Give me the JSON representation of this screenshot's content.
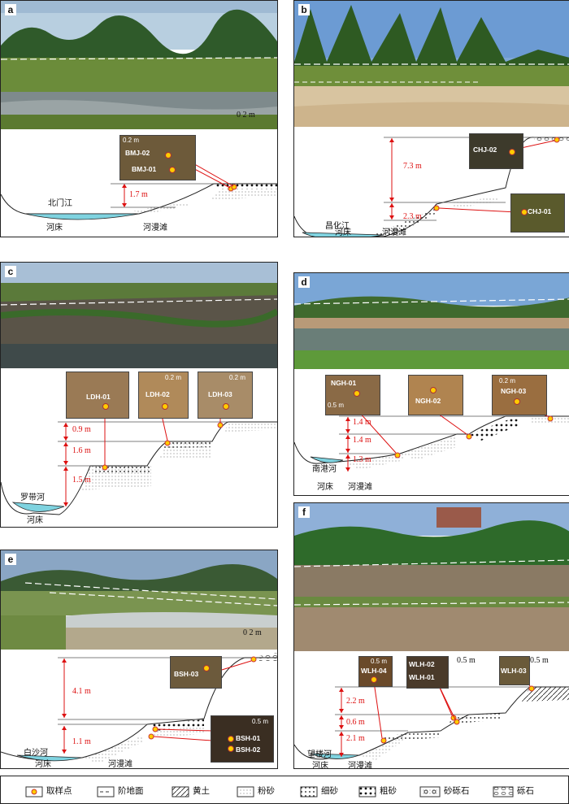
{
  "panels": {
    "a": {
      "letter": "a",
      "scale": "0  2 m",
      "river": "北门江",
      "bed": "河床",
      "floodplain": "河漫滩",
      "h1": "1.7 m",
      "s1": "BMJ-01",
      "s2": "BMJ-02",
      "inset_scale": "0.2 m"
    },
    "b": {
      "letter": "b",
      "river": "昌化江",
      "bed": "河床",
      "floodplain": "河漫滩",
      "h1": "7.3 m",
      "h2": "2.3 m",
      "s1": "CHJ-01",
      "s2": "CHJ-02"
    },
    "c": {
      "letter": "c",
      "river": "罗带河",
      "bed": "河床",
      "h1": "0.9 m",
      "h2": "1.6 m",
      "h3": "1.5 m",
      "s1": "LDH-01",
      "s2": "LDH-02",
      "s3": "LDH-03",
      "sc2": "0.2 m",
      "sc3": "0.2 m"
    },
    "d": {
      "letter": "d",
      "river": "南港河",
      "bed": "河床",
      "floodplain": "河漫滩",
      "h1": "1.4 m",
      "h2": "1.4 m",
      "h3": "1.3 m",
      "s1": "NGH-01",
      "s2": "NGH-02",
      "s3": "NGH-03",
      "sc1": "0.5 m",
      "sc3": "0.2 m"
    },
    "e": {
      "letter": "e",
      "scale": "0  2 m",
      "river": "白沙河",
      "bed": "河床",
      "floodplain": "河漫滩",
      "h1": "4.1 m",
      "h2": "1.1 m",
      "s1": "BSH-01",
      "s2": "BSH-02",
      "s3": "BSH-03",
      "sc": "0.5 m"
    },
    "f": {
      "letter": "f",
      "river": "望楼河",
      "bed": "河床",
      "floodplain": "河漫滩",
      "h1": "2.2 m",
      "h2": "0.6 m",
      "h3": "2.1 m",
      "s1": "WLH-01",
      "s2": "WLH-02",
      "s3": "WLH-03",
      "s4": "WLH-04",
      "sc1": "0.5 m",
      "sc2": "0.5 m",
      "sc3": "0.5 m"
    }
  },
  "legend": {
    "sample": "取样点",
    "terrace": "阶地面",
    "loess": "黄土",
    "silt": "粉砂",
    "fine": "细砂",
    "coarse": "粗砂",
    "sandy_gravel": "砂砾石",
    "gravel": "砾石"
  },
  "colors": {
    "red": "#dd1c1c",
    "water": "#7fd3e0",
    "sample": "#ffcc00"
  }
}
